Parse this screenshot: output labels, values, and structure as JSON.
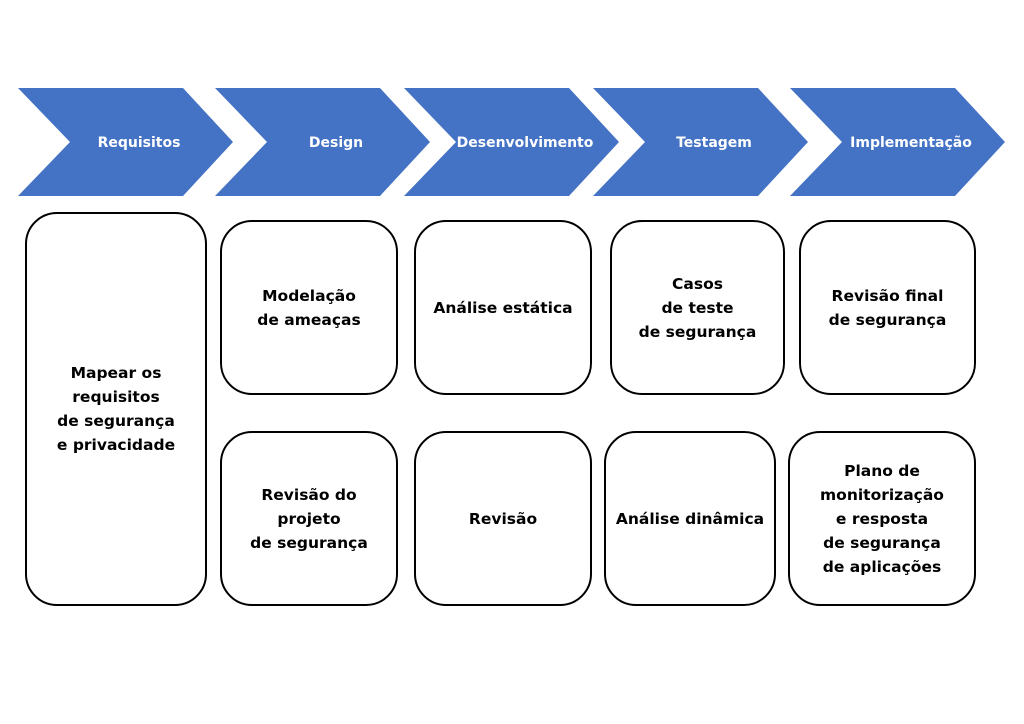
{
  "colors": {
    "chevron_fill": "#4472C4",
    "chevron_text": "#FFFFFF",
    "box_border": "#000000",
    "box_text": "#000000"
  },
  "phases": [
    {
      "label": "Requisitos"
    },
    {
      "label": "Design"
    },
    {
      "label": "Desenvolvimento"
    },
    {
      "label": "Testagem"
    },
    {
      "label": "Implementação"
    }
  ],
  "activities": {
    "requisitos": "Mapear os\nrequisitos\nde segurança\ne privacidade",
    "design_top": "Modelação\nde ameaças",
    "design_bottom": "Revisão do projeto\nde segurança",
    "desenvolvimento_top": "Análise estática",
    "desenvolvimento_bottom": "Revisão",
    "testagem_top": "Casos\nde teste\nde segurança",
    "testagem_bottom": "Análise dinâmica",
    "implementacao_top": "Revisão final\nde segurança",
    "implementacao_bottom": "Plano de\nmonitorização\ne resposta\nde segurança\nde aplicações"
  }
}
